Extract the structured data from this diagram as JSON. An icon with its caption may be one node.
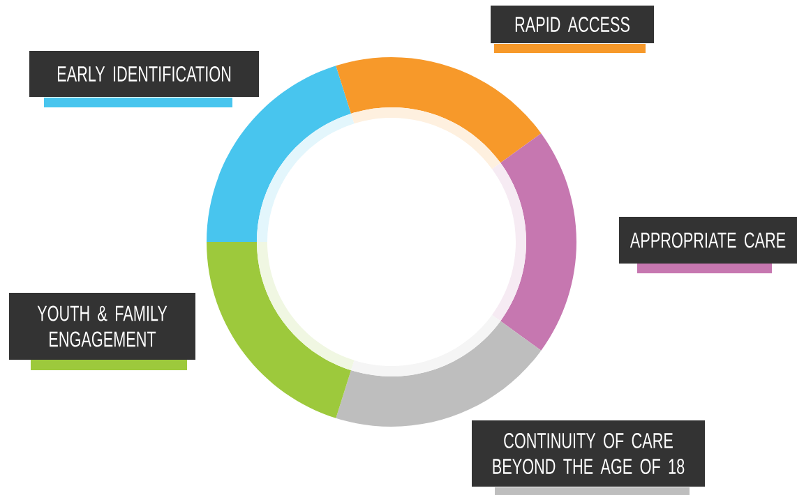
{
  "diagram": {
    "nodes": [
      {
        "text": [
          "RAPID ACCESS"
        ]
      },
      {
        "text": [
          "EARLY IDENTIFICATION"
        ]
      },
      {
        "text": [
          "APPROPRIATE CARE"
        ]
      },
      {
        "text": [
          "YOUTH & FAMILY ENGAGEMENT"
        ]
      },
      {
        "text": [
          "CONTINUITY OF CARE BEYOND THE AGE OF 18"
        ]
      }
    ]
  }
}
